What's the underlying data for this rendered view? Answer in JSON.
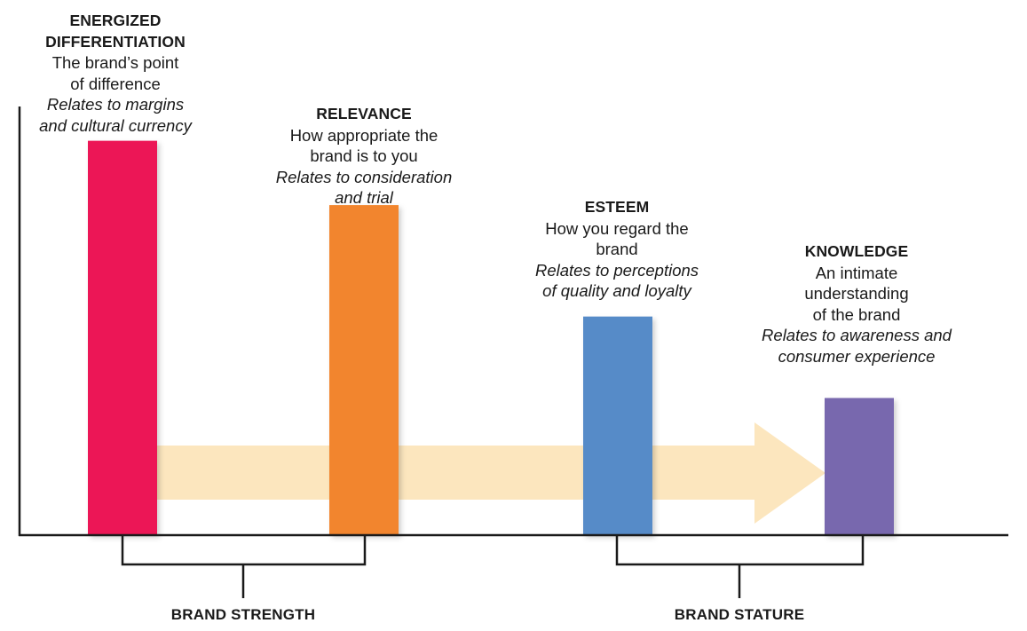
{
  "pillars": [
    {
      "key": "energized-differentiation",
      "title_lines": [
        "ENERGIZED",
        "DIFFERENTIATION"
      ],
      "desc_lines": [
        "The brand’s point",
        "of difference"
      ],
      "relates_lines": [
        "Relates to margins",
        "and cultural currency"
      ],
      "bar_level": 0.92,
      "color": "#EC1456"
    },
    {
      "key": "relevance",
      "title_lines": [
        "RELEVANCE"
      ],
      "desc_lines": [
        "How appropriate the",
        "brand is to you"
      ],
      "relates_lines": [
        "Relates to consideration",
        "and trial"
      ],
      "bar_level": 0.77,
      "color": "#F2852E"
    },
    {
      "key": "esteem",
      "title_lines": [
        "ESTEEM"
      ],
      "desc_lines": [
        "How you regard the",
        "brand"
      ],
      "relates_lines": [
        "Relates to perceptions",
        "of quality and loyalty"
      ],
      "bar_level": 0.51,
      "color": "#578BC8"
    },
    {
      "key": "knowledge",
      "title_lines": [
        "KNOWLEDGE"
      ],
      "desc_lines": [
        "An intimate",
        "understanding",
        "of the brand"
      ],
      "relates_lines": [
        "Relates to awareness and",
        "consumer experience"
      ],
      "bar_level": 0.32,
      "color": "#7868AE"
    }
  ],
  "groups": [
    {
      "key": "brand-strength",
      "label": "BRAND STRENGTH"
    },
    {
      "key": "brand-stature",
      "label": "BRAND STATURE"
    }
  ],
  "colors": {
    "arrow": "#FCE6BE",
    "axis": "#1a1a1a",
    "text": "#1a1a1a"
  }
}
